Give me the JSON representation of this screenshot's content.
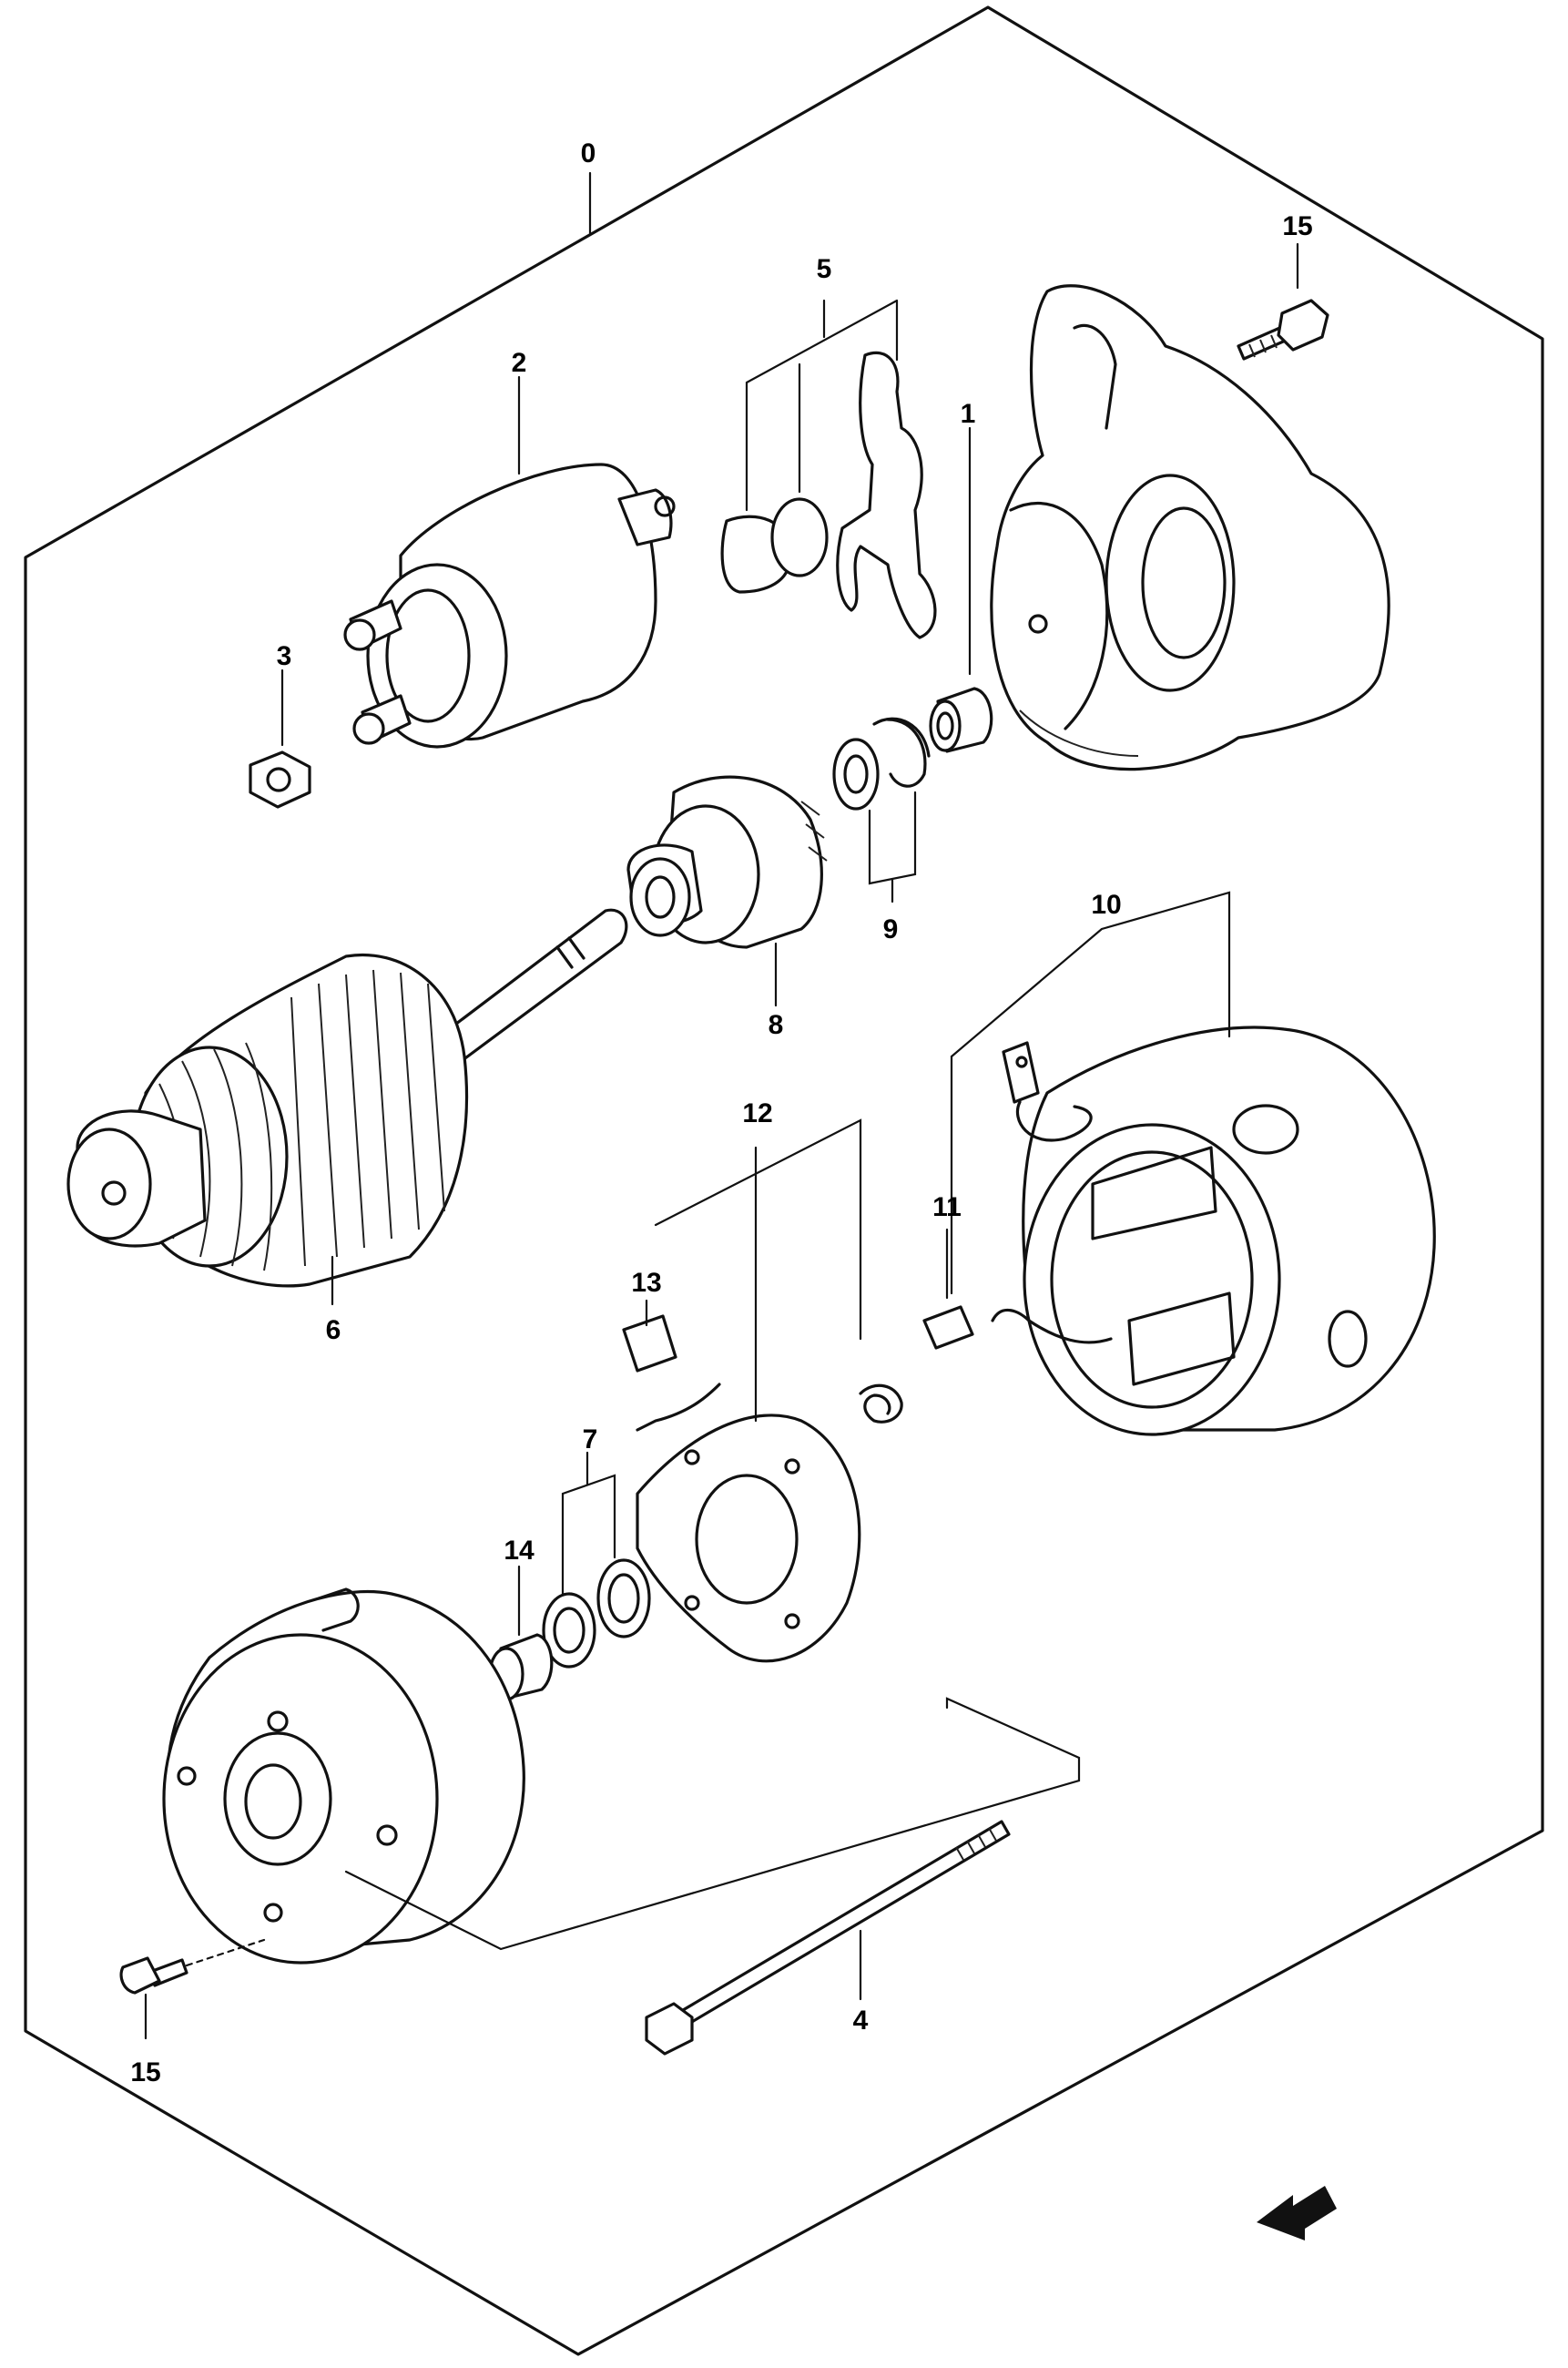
{
  "diagram": {
    "callouts": [
      {
        "id": "assembly",
        "label": "0"
      },
      {
        "id": "bearing",
        "label": "1"
      },
      {
        "id": "solenoid",
        "label": "2"
      },
      {
        "id": "nut",
        "label": "3"
      },
      {
        "id": "through-bolt",
        "label": "4"
      },
      {
        "id": "lever-set",
        "label": "5"
      },
      {
        "id": "armature",
        "label": "6"
      },
      {
        "id": "washer-set",
        "label": "7"
      },
      {
        "id": "pinion-clutch",
        "label": "8"
      },
      {
        "id": "stop-ring-set",
        "label": "9"
      },
      {
        "id": "yoke",
        "label": "10"
      },
      {
        "id": "field-lead",
        "label": "11"
      },
      {
        "id": "brush-holder",
        "label": "12"
      },
      {
        "id": "brush-spring",
        "label": "13"
      },
      {
        "id": "rear-bush",
        "label": "14"
      },
      {
        "id": "screw-top",
        "label": "15"
      },
      {
        "id": "screw-bottom",
        "label": "15"
      }
    ],
    "orientation_arrow": "front-arrow-icon"
  }
}
